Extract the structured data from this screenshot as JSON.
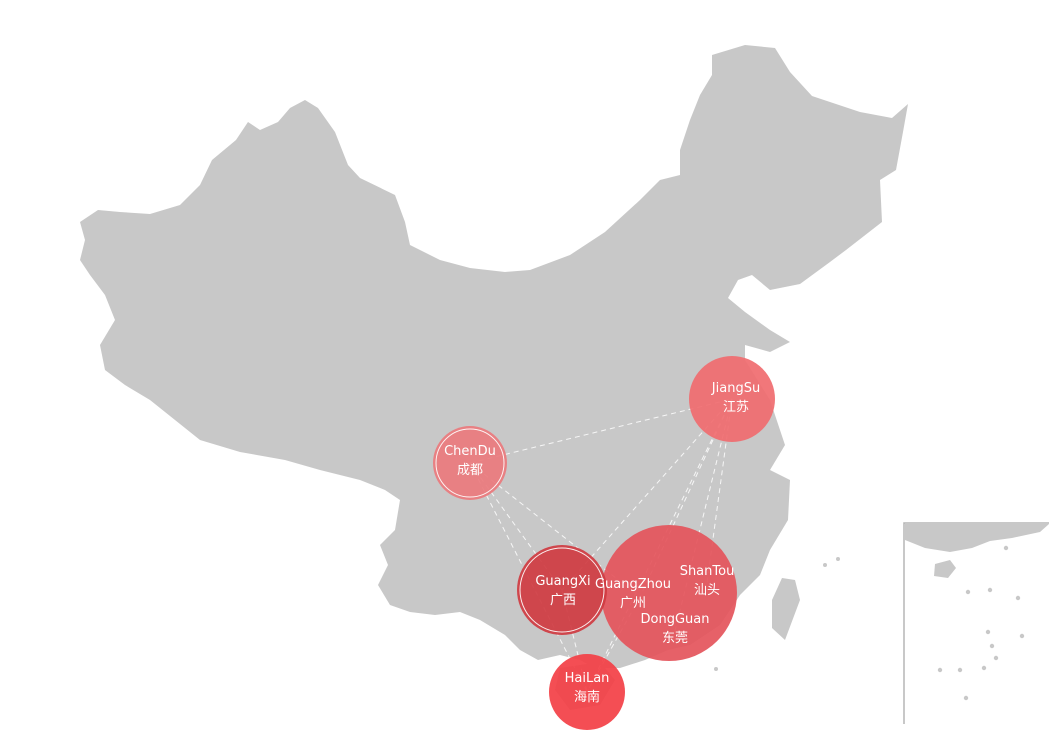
{
  "map": {
    "land_color": "#c8c8c8",
    "link_color": "#ffffff",
    "cities": [
      {
        "id": "jiangsu",
        "name_en": "JiangSu",
        "name_zh": "江苏",
        "color": "#f06b6f"
      },
      {
        "id": "chendu",
        "name_en": "ChenDu",
        "name_zh": "成都",
        "color": "#ea7a7d"
      },
      {
        "id": "guangxi",
        "name_en": "GuangXi",
        "name_zh": "广西",
        "color": "#cf3b41"
      },
      {
        "id": "guangzhou",
        "name_en": "GuangZhou",
        "name_zh": "广州",
        "color": "#e4545b"
      },
      {
        "id": "shantou",
        "name_en": "ShanTou",
        "name_zh": "汕头",
        "color": "#e4545b"
      },
      {
        "id": "dongguan",
        "name_en": "DongGuan",
        "name_zh": "东莞",
        "color": "#e4545b"
      },
      {
        "id": "hailan",
        "name_en": "HaiLan",
        "name_zh": "海南",
        "color": "#f33f45"
      }
    ],
    "links": [
      [
        "chendu",
        "jiangsu"
      ],
      [
        "chendu",
        "guangxi"
      ],
      [
        "chendu",
        "hailan"
      ],
      [
        "chendu",
        "guangzhou"
      ],
      [
        "jiangsu",
        "guangxi"
      ],
      [
        "jiangsu",
        "guangzhou"
      ],
      [
        "jiangsu",
        "dongguan"
      ],
      [
        "jiangsu",
        "shantou"
      ],
      [
        "jiangsu",
        "hailan"
      ],
      [
        "guangxi",
        "hailan"
      ],
      [
        "guangzhou",
        "hailan"
      ]
    ]
  }
}
